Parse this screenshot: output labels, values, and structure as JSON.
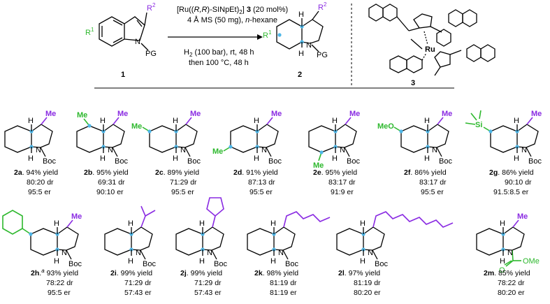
{
  "reaction": {
    "reagent_line1_pre": "[Ru((",
    "reagent_line1_cfg": "R,R",
    "reagent_line1_mid": ")-SINpEt)",
    "reagent_line1_sub": "2",
    "reagent_line1_post": "] ",
    "catalyst_num": "3",
    "reagent_line1_tail": " (20 mol%)",
    "reagent_line2_pre": "4 Å MS (50 mg), ",
    "reagent_line2_ital": "n",
    "reagent_line2_post": "-hexane",
    "cond_line1_pre": "H",
    "cond_line1_sub": "2",
    "cond_line1_post": " (100 bar), rt, 48 h",
    "cond_line2": "then 100 °C, 48 h",
    "substrate_num": "1",
    "product_num": "2",
    "catalyst_label": "3"
  },
  "atom_labels": {
    "r1": "R",
    "r1_sup": "1",
    "r2": "R",
    "r2_sup": "2",
    "n": "N",
    "pg": "PG",
    "h": "H",
    "ru": "Ru",
    "me": "Me",
    "boc": "Boc",
    "meo": "MeO",
    "si": "Si",
    "ome": "OMe",
    "o": "O"
  },
  "products": [
    {
      "id": "2a",
      "note": "",
      "yield": "94% yield",
      "dr": "80:20 dr",
      "er": "95:5 er"
    },
    {
      "id": "2b",
      "note": "",
      "yield": "95% yield",
      "dr": "69:31 dr",
      "er": "90:10 er"
    },
    {
      "id": "2c",
      "note": "",
      "yield": "89% yield",
      "dr": "71:29 dr",
      "er": "95:5 er"
    },
    {
      "id": "2d",
      "note": "",
      "yield": "91% yield",
      "dr": "87:13 dr",
      "er": "95:5 er"
    },
    {
      "id": "2e",
      "note": "",
      "yield": "95% yield",
      "dr": "83:17 dr",
      "er": "91:9 er"
    },
    {
      "id": "2f",
      "note": "",
      "yield": "86% yield",
      "dr": "83:17 dr",
      "er": "95:5 er"
    },
    {
      "id": "2g",
      "note": "",
      "yield": "86% yield",
      "dr": "90:10 dr",
      "er": "91.5:8.5 er"
    },
    {
      "id": "2h",
      "note": "a",
      "yield": "93% yield",
      "dr": "78:22 dr",
      "er": "95:5 er"
    },
    {
      "id": "2i",
      "note": "",
      "yield": "99% yield",
      "dr": "71:29 dr",
      "er": "57:43 er"
    },
    {
      "id": "2j",
      "note": "",
      "yield": "99% yield",
      "dr": "71:29 dr",
      "er": "57:43 er"
    },
    {
      "id": "2k",
      "note": "",
      "yield": "98% yield",
      "dr": "81:19 dr",
      "er": "81:19 er"
    },
    {
      "id": "2l",
      "note": "",
      "yield": "97% yield",
      "dr": "81:19 dr",
      "er": "80:20 er"
    },
    {
      "id": "2m",
      "note": "",
      "yield": "85% yield",
      "dr": "78:22 dr",
      "er": "80:20 er"
    }
  ],
  "colors": {
    "r1": "#2db82d",
    "r2": "#8a2be2",
    "stereo_dot": "#4fb7e8"
  }
}
